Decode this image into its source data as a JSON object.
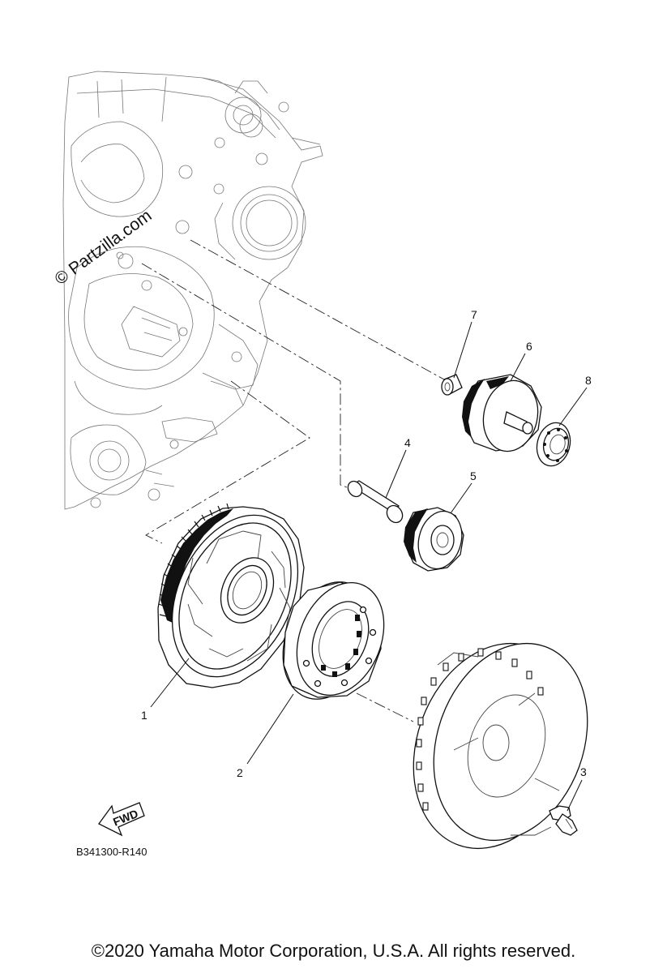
{
  "watermark": "© Partzilla.com",
  "diagram_code": "B341300-R140",
  "fwd_label": "FWD",
  "copyright": "©2020 Yamaha Motor Corporation, U.S.A. All rights reserved.",
  "callouts": [
    "1",
    "2",
    "3",
    "4",
    "5",
    "6",
    "7",
    "8"
  ]
}
